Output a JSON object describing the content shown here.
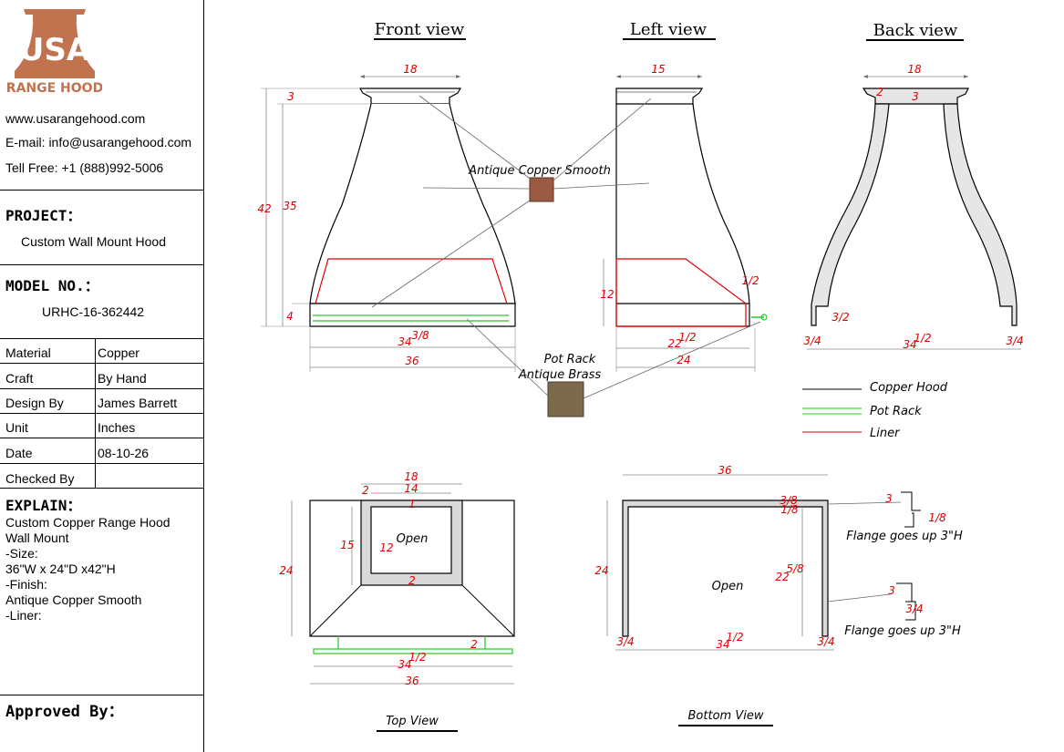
{
  "brand": {
    "logo_top": "USA",
    "logo_bottom": "RANGE HOOD",
    "brand_color": "#c0734e"
  },
  "contact": {
    "website": "www.usarangehood.com",
    "email": "E-mail: info@usarangehood.com",
    "phone": "Tell Free: +1 (888)992-5006"
  },
  "project": {
    "label": "PROJECT：",
    "value": "Custom Wall Mount Hood"
  },
  "model": {
    "label": "MODEL NO.：",
    "value": "URHC-16-362442"
  },
  "specs": [
    {
      "key": "Material",
      "value": "Copper"
    },
    {
      "key": "Craft",
      "value": "By Hand"
    },
    {
      "key": "Design By",
      "value": "James Barrett"
    },
    {
      "key": "Unit",
      "value": "Inches"
    },
    {
      "key": "Date",
      "value": "08-10-26"
    },
    {
      "key": "Checked By",
      "value": ""
    }
  ],
  "explain": {
    "label": "EXPLAIN：",
    "text": "Custom Copper Range Hood\nWall Mount\n-Size:\n36\"W x 24\"D x42\"H\n-Finish:\nAntique Copper Smooth\n-Liner:"
  },
  "approved": {
    "label": "Approved By："
  },
  "views": {
    "front": "Front view",
    "left": "Left view",
    "back": "Back view",
    "top": "Top View",
    "bottom": "Bottom View"
  },
  "materials": {
    "copper_label": "Antique Copper Smooth",
    "copper_color": "#9c5a43",
    "rack_label_1": "Pot Rack",
    "rack_label_2": "Antique Brass",
    "brass_color": "#7b6b4c"
  },
  "legend": [
    {
      "label": "Copper Hood",
      "color": "#000000"
    },
    {
      "label": "Pot Rack",
      "color": "#22cc22"
    },
    {
      "label": "Liner",
      "color": "#e00000"
    }
  ],
  "annotations": {
    "open": "Open",
    "flange_note": "Flange goes up 3\"H"
  },
  "dimensions": {
    "front": {
      "top": "18",
      "collar": "3",
      "total_h": "42",
      "body_h": "35",
      "band_h": "4",
      "inner_w": "34",
      "inner_w_frac": "3/8",
      "outer_w": "36"
    },
    "left": {
      "top": "15",
      "liner_h": "12",
      "rack_off": "1/2",
      "inner_d": "22",
      "inner_d_frac": "1/2",
      "outer_d": "24"
    },
    "back": {
      "top": "18",
      "collar_a": "2",
      "collar_b": "3",
      "flange_h": "3/2",
      "edge_l": "3/4",
      "inner_w": "34",
      "inner_w_frac": "1/2",
      "edge_r": "3/4"
    },
    "top": {
      "top": "18",
      "left_off": "2",
      "inner_w": "14",
      "gap_top": "1",
      "d15": "15",
      "d12": "12",
      "gap_bot": "2",
      "depth": "24",
      "rack_off": "2",
      "rack_w": "34",
      "rack_w_frac": "1/2",
      "width": "36"
    },
    "bottom": {
      "width": "36",
      "frac_a": "3/8",
      "frac_b": "1/8",
      "depth": "24",
      "inner_d": "22",
      "inner_d_frac": "5/8",
      "edge_l": "3/4",
      "inner_w": "34",
      "inner_w_frac": "1/2",
      "edge_r": "3/4",
      "flange1_h": "3",
      "flange1_t": "1/8",
      "flange2_h": "3",
      "flange2_t": "3/4"
    }
  }
}
